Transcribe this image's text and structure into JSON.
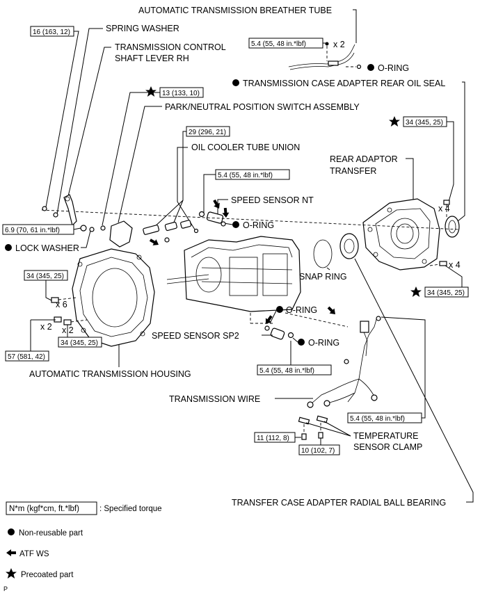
{
  "labels": {
    "breather_tube": "AUTOMATIC TRANSMISSION BREATHER TUBE",
    "spring_washer": "SPRING WASHER",
    "control_lever_1": "TRANSMISSION CONTROL",
    "control_lever_2": "SHAFT LEVER RH",
    "oring_breather": "O-RING",
    "rear_oil_seal": "TRANSMISSION CASE ADAPTER REAR OIL SEAL",
    "park_neutral": "PARK/NEUTRAL POSITION SWITCH ASSEMBLY",
    "oil_cooler_union": "OIL COOLER TUBE UNION",
    "rear_adaptor_1": "REAR ADAPTOR",
    "rear_adaptor_2": "TRANSFER",
    "speed_sensor_nt": "SPEED SENSOR NT",
    "oring_nt": "O-RING",
    "lock_washer": "LOCK WASHER",
    "snap_ring": "SNAP RING",
    "oring_sp2_upper": "O-RING",
    "speed_sensor_sp2": "SPEED SENSOR SP2",
    "oring_sp2_lower": "O-RING",
    "transmission_housing": "AUTOMATIC TRANSMISSION HOUSING",
    "transmission_wire": "TRANSMISSION WIRE",
    "temp_clamp_1": "TEMPERATURE",
    "temp_clamp_2": "SENSOR CLAMP",
    "radial_bearing": "TRANSFER CASE ADAPTER RADIAL BALL BEARING"
  },
  "torques": {
    "t_16": "16 (163, 12)",
    "t_breather": "5.4 (55, 48 in.*lbf)",
    "t_13": "13 (133, 10)",
    "t_34_rear_top": "34 (345, 25)",
    "t_29": "29 (296, 21)",
    "t_nt": "5.4 (55, 48 in.*lbf)",
    "t_69": "6.9 (70, 61 in.*lbf)",
    "t_34_left": "34 (345, 25)",
    "t_34_rear_bottom": "34 (345, 25)",
    "t_57": "57 (581, 42)",
    "t_34_bottom": "34 (345, 25)",
    "t_sp2": "5.4 (55, 48 in.*lbf)",
    "t_wire": "5.4 (55, 48 in.*lbf)",
    "t_11": "11 (112, 8)",
    "t_10": "10 (102, 7)"
  },
  "multipliers": {
    "breather_x2": "x 2",
    "rear_top_x4": "x 4",
    "rear_bottom_x4": "x 4",
    "left_x6": "x 6",
    "bottom_x2_a": "x 2",
    "bottom_x2_b": "x 2"
  },
  "legend": {
    "torque_box": "N*m (kgf*cm, ft.*lbf)",
    "torque_desc": ": Specified torque",
    "non_reusable": "Non-reusable part",
    "atf": "ATF WS",
    "precoated": "Precoated part"
  },
  "footer": "P"
}
